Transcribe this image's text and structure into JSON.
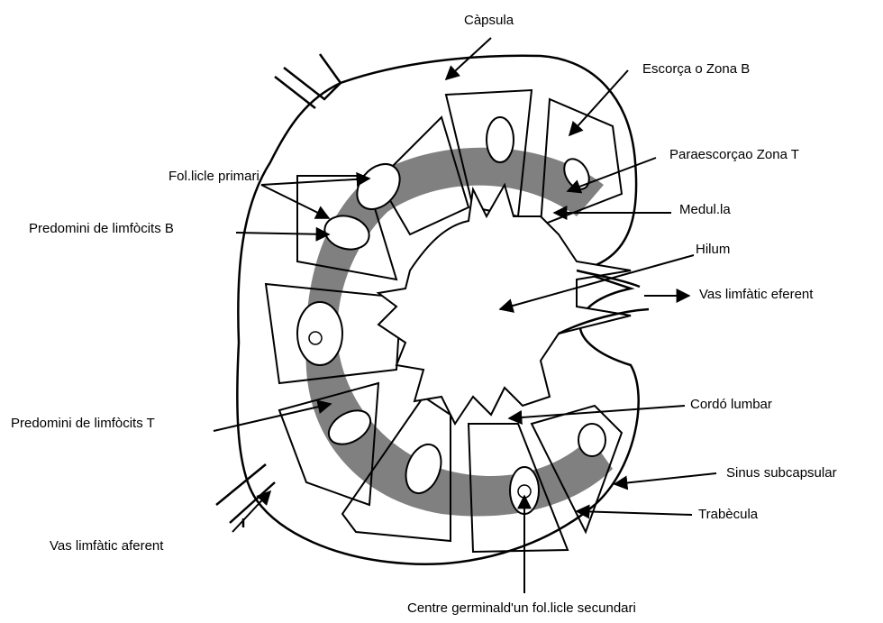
{
  "labels": {
    "capsula": "Càpsula",
    "escorca": "Escorça o Zona B",
    "paraescorca": "Paraescorçao Zona T",
    "medulla": "Medul.la",
    "hilum": "Hilum",
    "vas_eferent": "Vas limfàtic eferent",
    "cordo": "Cordó lumbar",
    "sinus": "Sinus subcapsular",
    "trabecula": "Trabècula",
    "centre_germinal": "Centre germinald'un fol.licle secundari",
    "vas_aferent": "Vas limfàtic aferent",
    "limfocits_t": "Predomini de limfòcits T",
    "limfocits_b": "Predomini de limfòcits B",
    "folicle_primari": "Fol.licle primari"
  }
}
